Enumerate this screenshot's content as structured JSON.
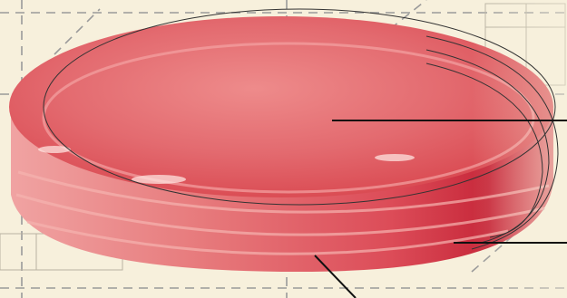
{
  "figure": {
    "callouts": [
      {
        "id": "top-surface-leader"
      },
      {
        "id": "side-band-leader"
      },
      {
        "id": "bottom-edge-leader"
      }
    ],
    "colors": {
      "background": "#f7f0dc",
      "blueprint_line": "#9a9a9a",
      "object_main": "#e25a60",
      "object_dark": "#c7283a",
      "object_light": "#f4a9a6",
      "leader_line": "#111111"
    }
  }
}
